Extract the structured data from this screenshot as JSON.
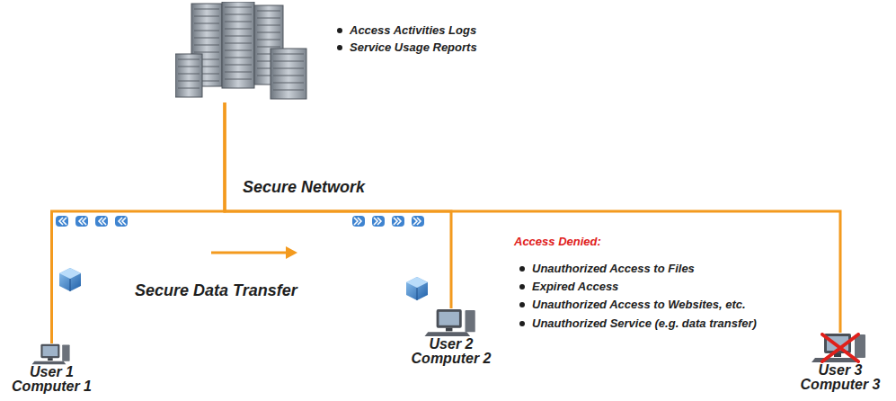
{
  "diagram": {
    "nodes": [
      {
        "text": [
          "Access Activities Logs",
          "Service Usage Reports"
        ]
      },
      {
        "text": [
          "User 1 Computer 1"
        ]
      },
      {
        "text": [
          "User 2 Computer 2"
        ]
      },
      {
        "text": [
          "User 3 Computer 3"
        ]
      }
    ],
    "edges": [
      {
        "from": 0,
        "to": 1,
        "arrow": "none"
      },
      {
        "from": 0,
        "to": 2,
        "arrow": "none"
      },
      {
        "from": 0,
        "to": 3,
        "arrow": "none"
      }
    ],
    "labels": [
      "Secure Network",
      "Secure Data Transfer",
      "Access Denied:",
      "Unauthorized Access to Files",
      "Expired Access",
      "Unauthorized Access to Websites, etc.",
      "Unauthorized Service (e.g. data transfer)"
    ]
  }
}
